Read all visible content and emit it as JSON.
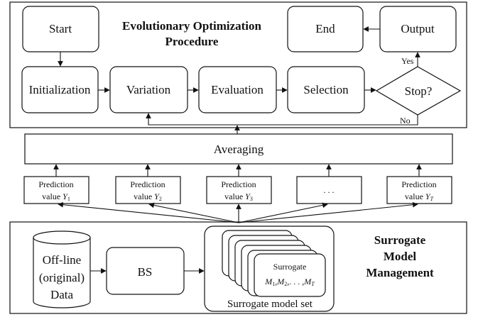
{
  "evolution": {
    "title_line1": "Evolutionary Optimization",
    "title_line2": "Procedure",
    "start": "Start",
    "end": "End",
    "output": "Output",
    "initialization": "Initialization",
    "variation": "Variation",
    "evaluation": "Evaluation",
    "selection": "Selection",
    "stop": "Stop?",
    "yes": "Yes",
    "no": "No"
  },
  "averaging": "Averaging",
  "predictions": [
    {
      "label": "Prediction",
      "value_prefix": "value ",
      "var": "Y",
      "sub": "1"
    },
    {
      "label": "Prediction",
      "value_prefix": "value ",
      "var": "Y",
      "sub": "2"
    },
    {
      "label": "Prediction",
      "value_prefix": "value ",
      "var": "Y",
      "sub": "3"
    },
    {
      "ellipsis": ". . ."
    },
    {
      "label": "Prediction",
      "value_prefix": "value ",
      "var": "Y",
      "sub": "T"
    }
  ],
  "surrogate": {
    "data_line1": "Off-line",
    "data_line2": "(original)",
    "data_line3": "Data",
    "bs": "BS",
    "card_title": "Surrogate",
    "models": [
      "M",
      "1",
      ",",
      "M",
      "2",
      ",. . . ,",
      "M",
      "T"
    ],
    "set_label": "Surrogate model set",
    "mgmt_line1": "Surrogate",
    "mgmt_line2": "Model",
    "mgmt_line3": "Management"
  }
}
